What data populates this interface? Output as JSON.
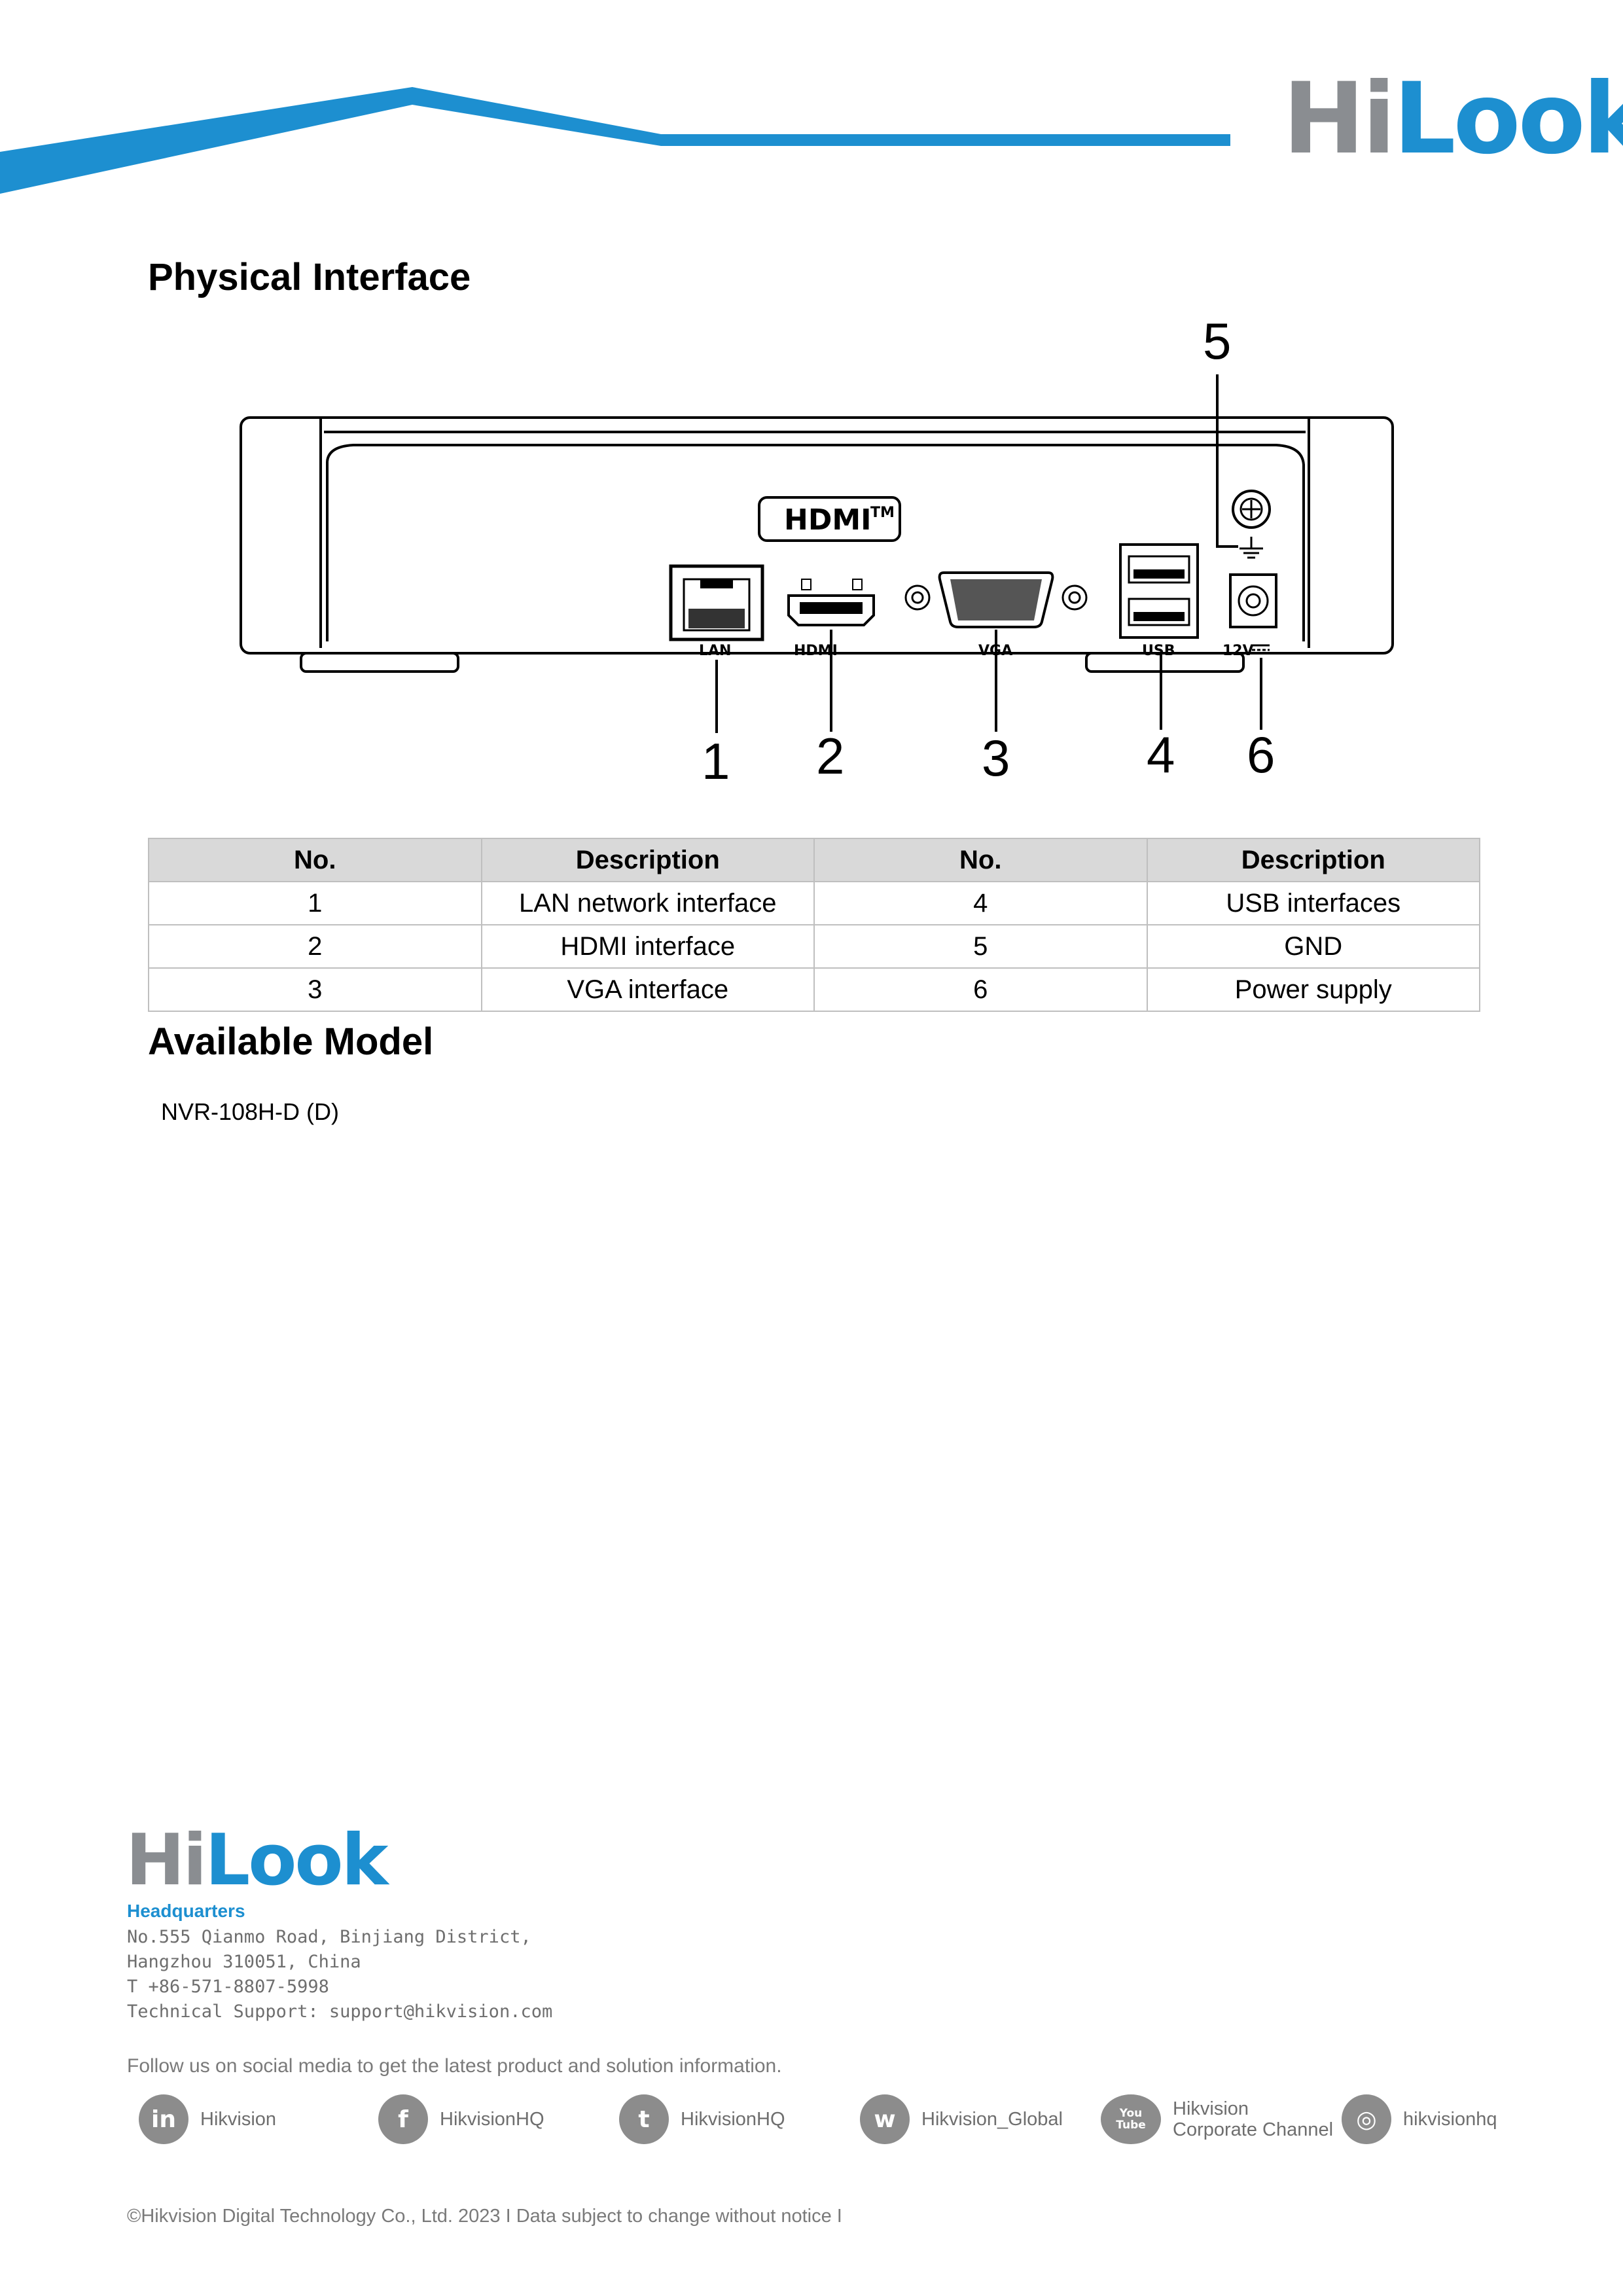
{
  "brand": {
    "logo_hi": "Hi",
    "logo_look": "Look",
    "color_gray": "#8a8d91",
    "color_blue": "#1d8fd0"
  },
  "physical_interface": {
    "title": "Physical Interface",
    "device_labels": {
      "lan": "LAN",
      "hdmi": "HDMI",
      "vga": "VGA",
      "usb": "USB",
      "power": "12V",
      "hdmi_logo": "HDMI",
      "hdmi_tm": "TM"
    },
    "callouts": [
      "1",
      "2",
      "3",
      "4",
      "5",
      "6"
    ]
  },
  "table": {
    "headers": [
      "No.",
      "Description",
      "No.",
      "Description"
    ],
    "rows": [
      [
        "1",
        "LAN network interface",
        "4",
        "USB interfaces"
      ],
      [
        "2",
        "HDMI interface",
        "5",
        "GND"
      ],
      [
        "3",
        "VGA interface",
        "6",
        "Power supply"
      ]
    ]
  },
  "available_model": {
    "title": "Available Model",
    "model": "NVR-108H-D (D)"
  },
  "footer": {
    "hq_title": "Headquarters",
    "address_lines": [
      "No.555 Qianmo Road, Binjiang District,",
      "Hangzhou 310051, China",
      "T +86-571-8807-5998",
      "Technical Support: support@hikvision.com"
    ],
    "follow_text": "Follow us on social media to get the latest product and solution information.",
    "social": [
      {
        "icon": "linkedin-icon",
        "glyph": "in",
        "label": "Hikvision"
      },
      {
        "icon": "facebook-icon",
        "glyph": "f",
        "label": "HikvisionHQ"
      },
      {
        "icon": "twitter-icon",
        "glyph": "t",
        "label": "HikvisionHQ"
      },
      {
        "icon": "wechat-icon",
        "glyph": "w",
        "label": "Hikvision_Global"
      },
      {
        "icon": "youtube-icon",
        "glyph": "You Tube",
        "label": "Hikvision",
        "label2": "Corporate Channel"
      },
      {
        "icon": "instagram-icon",
        "glyph": "◎",
        "label": "hikvisionhq"
      }
    ],
    "copyright": "©Hikvision Digital Technology Co., Ltd. 2023 I Data subject to change without notice I"
  }
}
